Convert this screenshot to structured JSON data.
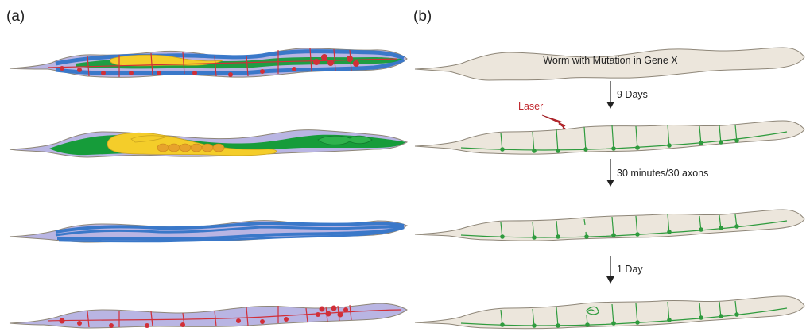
{
  "panels": {
    "a": {
      "label": "(a)"
    },
    "b": {
      "label": "(b)"
    }
  },
  "panel_b": {
    "top_worm_text": "Worm with Mutation in Gene X",
    "steps": [
      "9 Days",
      "30 minutes/30 axons",
      "1 Day"
    ],
    "laser_label": "Laser"
  },
  "colors": {
    "body_lilac": "#b9b5e3",
    "body_beige": "#ece6dc",
    "outline_gray": "#8e8678",
    "gut_green": "#169c3a",
    "gonad_yellow": "#f4cd2a",
    "egg_orange": "#e7a32c",
    "muscle_blue": "#3a78c9",
    "neuron_red": "#d12f38",
    "neuron_green": "#2f9b3e",
    "laser_red": "#c0272d",
    "arrow_black": "#222222"
  }
}
